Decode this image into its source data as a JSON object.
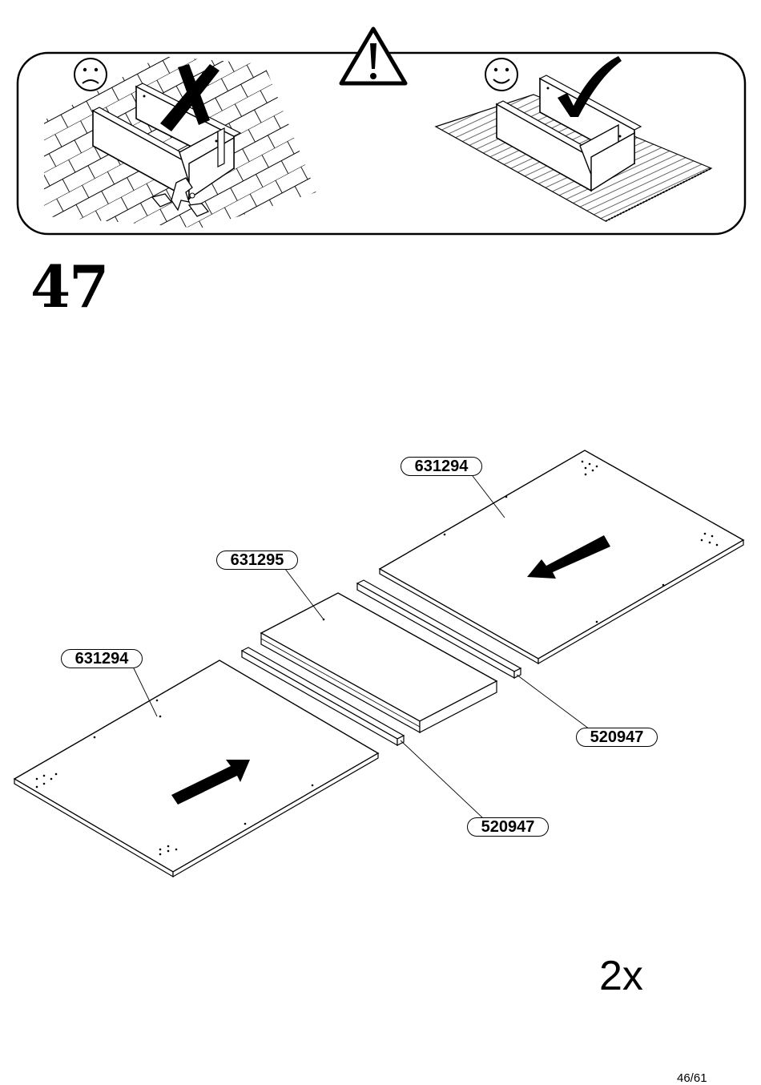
{
  "step": {
    "number": "47"
  },
  "warning": {
    "wrong_icon": "frowning-face-icon",
    "wrong_mark": "cross-mark-icon",
    "caution_icon": "warning-triangle-icon",
    "right_icon": "smiling-face-icon",
    "right_mark": "check-mark-icon"
  },
  "parts": {
    "panel_top": "631294",
    "panel_middle": "631295",
    "panel_left": "631294",
    "strip_right": "520947",
    "strip_left": "520947"
  },
  "quantity": "2x",
  "page": "46/61"
}
